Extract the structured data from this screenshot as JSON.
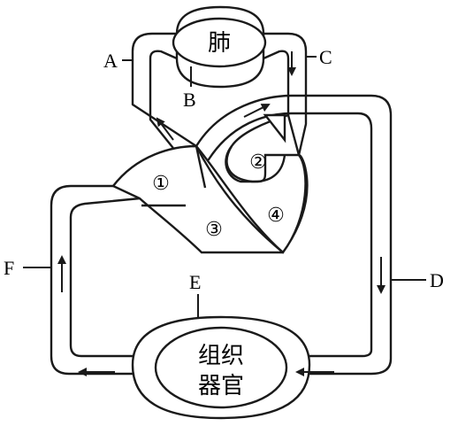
{
  "diagram": {
    "organs": {
      "lung": "肺",
      "tissue_line1": "组织",
      "tissue_line2": "器官"
    },
    "labels": {
      "A": "A",
      "B": "B",
      "C": "C",
      "D": "D",
      "E": "E",
      "F": "F"
    },
    "chambers": {
      "c1": "①",
      "c2": "②",
      "c3": "③",
      "c4": "④"
    },
    "colors": {
      "stroke": "#1a1a1a",
      "fill": "#ffffff"
    }
  }
}
